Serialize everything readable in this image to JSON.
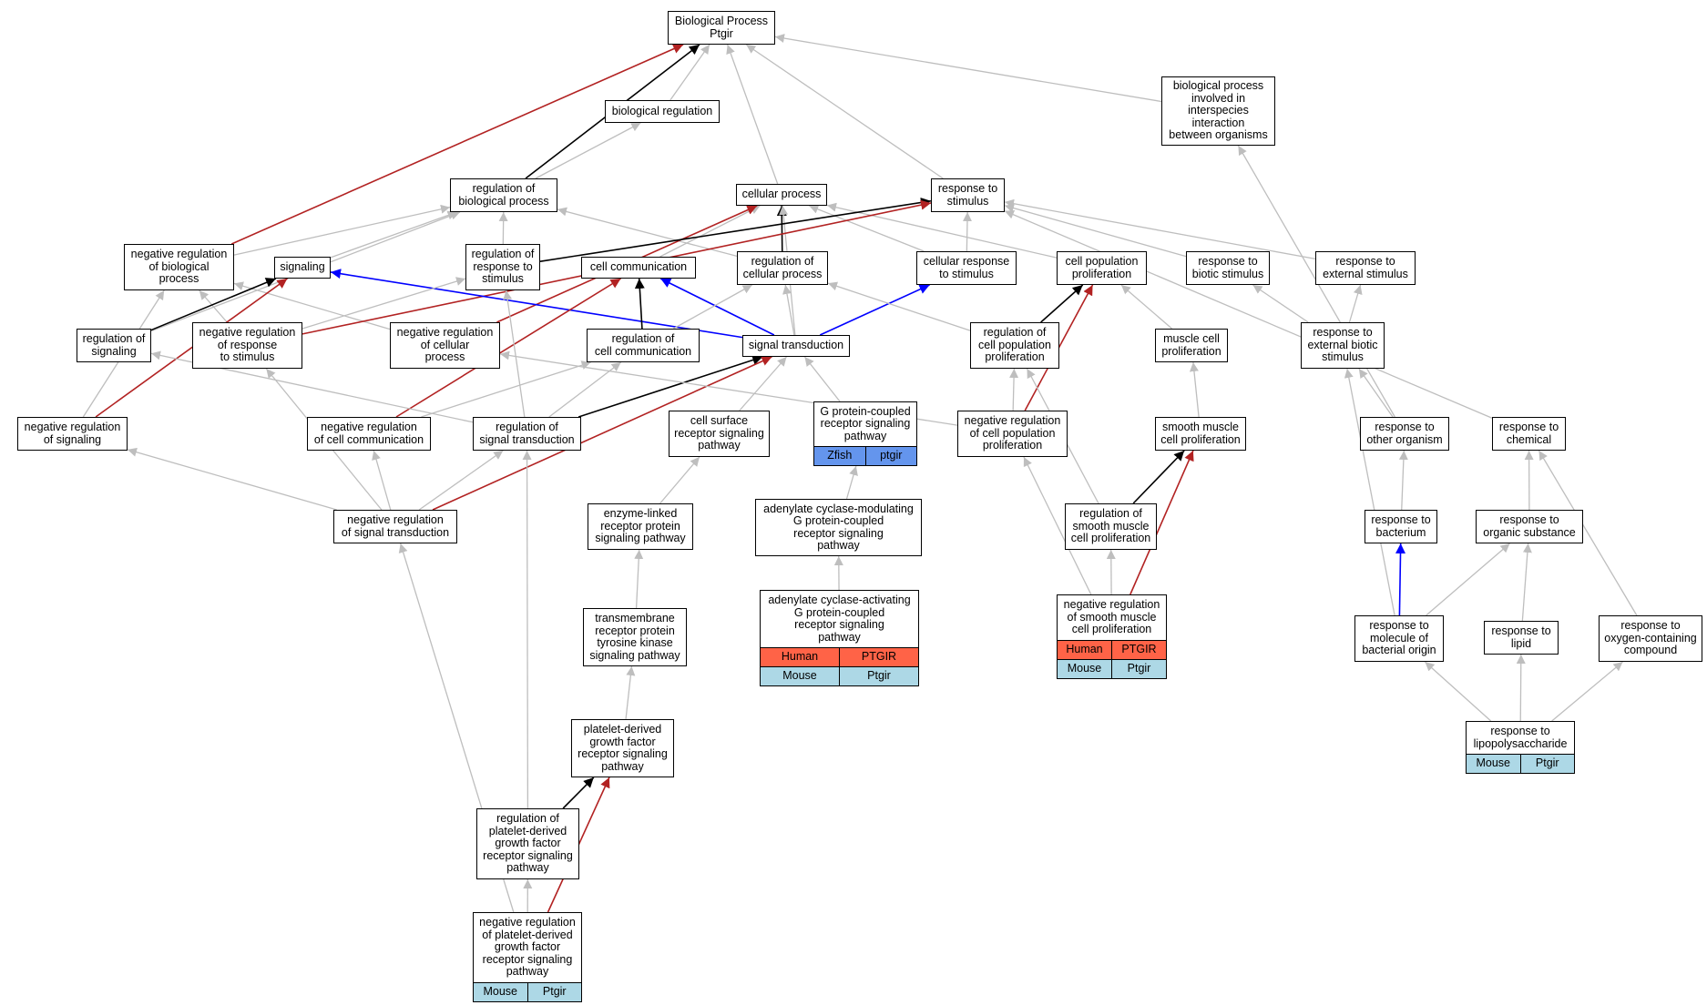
{
  "nodes": {
    "bp": {
      "label": "Biological Process\nPtgir"
    },
    "biolreg": {
      "label": "biological regulation"
    },
    "interspecies": {
      "label": "biological process\ninvolved in\ninterspecies\ninteraction\nbetween organisms"
    },
    "regbp": {
      "label": "regulation of\nbiological process"
    },
    "cellproc": {
      "label": "cellular process"
    },
    "respstim": {
      "label": "response to\nstimulus"
    },
    "negregbp": {
      "label": "negative regulation\nof biological\nprocess"
    },
    "signaling": {
      "label": "signaling"
    },
    "regrespstim": {
      "label": "regulation of\nresponse to\nstimulus"
    },
    "cellcomm": {
      "label": "cell communication"
    },
    "regcellproc": {
      "label": "regulation of\ncellular process"
    },
    "cellresp": {
      "label": "cellular response\nto stimulus"
    },
    "cellpop": {
      "label": "cell population\nproliferation"
    },
    "respbiotic": {
      "label": "response to\nbiotic stimulus"
    },
    "respext": {
      "label": "response to\nexternal stimulus"
    },
    "regsig": {
      "label": "regulation of\nsignaling"
    },
    "negregresp": {
      "label": "negative regulation\nof response\nto stimulus"
    },
    "negregcp": {
      "label": "negative regulation\nof cellular\nprocess"
    },
    "regcellcomm": {
      "label": "regulation of\ncell communication"
    },
    "sigtrans": {
      "label": "signal transduction"
    },
    "regcellpop": {
      "label": "regulation of\ncell population\nproliferation"
    },
    "musclecell": {
      "label": "muscle cell\nproliferation"
    },
    "respextbio": {
      "label": "response to\nexternal biotic\nstimulus"
    },
    "negregsig": {
      "label": "negative regulation\nof signaling"
    },
    "negregcc": {
      "label": "negative regulation\nof cell communication"
    },
    "regst": {
      "label": "regulation of\nsignal transduction"
    },
    "cellsurf": {
      "label": "cell surface\nreceptor signaling\npathway"
    },
    "gpcr": {
      "label": "G protein-coupled\nreceptor signaling\npathway",
      "rows": [
        {
          "bg": "#6495ed",
          "cells": [
            "Zfish",
            "ptgir"
          ]
        }
      ]
    },
    "negregcpp": {
      "label": "negative regulation\nof cell population\nproliferation"
    },
    "smcp": {
      "label": "smooth muscle\ncell proliferation"
    },
    "respother": {
      "label": "response to\nother organism"
    },
    "respchem": {
      "label": "response to\nchemical"
    },
    "negregst": {
      "label": "negative regulation\nof signal transduction"
    },
    "enzyme": {
      "label": "enzyme-linked\nreceptor protein\nsignaling pathway"
    },
    "acmod": {
      "label": "adenylate cyclase-modulating\nG protein-coupled\nreceptor signaling\npathway"
    },
    "regsmcp": {
      "label": "regulation of\nsmooth muscle\ncell proliferation"
    },
    "respbact": {
      "label": "response to\nbacterium"
    },
    "resporg": {
      "label": "response to\norganic substance"
    },
    "tmrtk": {
      "label": "transmembrane\nreceptor protein\ntyrosine kinase\nsignaling pathway"
    },
    "acact": {
      "label": "adenylate cyclase-activating\nG protein-coupled\nreceptor signaling\npathway",
      "rows": [
        {
          "bg": "#ff6347",
          "cells": [
            "Human",
            "PTGIR"
          ]
        },
        {
          "bg": "#add8e6",
          "cells": [
            "Mouse",
            "Ptgir"
          ]
        }
      ]
    },
    "negregsmcp": {
      "label": "negative regulation\nof smooth muscle\ncell proliferation",
      "rows": [
        {
          "bg": "#ff6347",
          "cells": [
            "Human",
            "PTGIR"
          ]
        },
        {
          "bg": "#add8e6",
          "cells": [
            "Mouse",
            "Ptgir"
          ]
        }
      ]
    },
    "respmbo": {
      "label": "response to\nmolecule of\nbacterial origin"
    },
    "resplipid": {
      "label": "response to\nlipid"
    },
    "respoxy": {
      "label": "response to\noxygen-containing\ncompound"
    },
    "pdgf": {
      "label": "platelet-derived\ngrowth factor\nreceptor signaling\npathway"
    },
    "lps": {
      "label": "response to\nlipopolysaccharide",
      "rows": [
        {
          "bg": "#add8e6",
          "cells": [
            "Mouse",
            "Ptgir"
          ]
        }
      ]
    },
    "regpdgf": {
      "label": "regulation of\nplatelet-derived\ngrowth factor\nreceptor signaling\npathway"
    },
    "negregpdgf": {
      "label": "negative regulation\nof platelet-derived\ngrowth factor\nreceptor signaling\npathway",
      "rows": [
        {
          "bg": "#add8e6",
          "cells": [
            "Mouse",
            "Ptgir"
          ]
        }
      ]
    }
  },
  "edge_colors": {
    "is_a": "#bebebe",
    "regulates": "#000000",
    "negatively_regulates": "#b22222",
    "positively_regulates": "#0000ff"
  },
  "edges": [
    [
      "biolreg",
      "bp",
      "is_a"
    ],
    [
      "regbp",
      "biolreg",
      "is_a"
    ],
    [
      "regbp",
      "bp",
      "regulates"
    ],
    [
      "negregbp",
      "bp",
      "negatively_regulates"
    ],
    [
      "cellproc",
      "bp",
      "is_a"
    ],
    [
      "respstim",
      "bp",
      "is_a"
    ],
    [
      "interspecies",
      "bp",
      "is_a"
    ],
    [
      "negregbp",
      "regbp",
      "is_a"
    ],
    [
      "signaling",
      "regbp",
      "is_a"
    ],
    [
      "regrespstim",
      "regbp",
      "is_a"
    ],
    [
      "regcellproc",
      "regbp",
      "is_a"
    ],
    [
      "regsig",
      "regbp",
      "is_a"
    ],
    [
      "negregsig",
      "negregbp",
      "is_a"
    ],
    [
      "negregresp",
      "negregbp",
      "is_a"
    ],
    [
      "negregcp",
      "negregbp",
      "is_a"
    ],
    [
      "cellcomm",
      "cellproc",
      "is_a"
    ],
    [
      "regcellproc",
      "cellproc",
      "regulates"
    ],
    [
      "cellresp",
      "cellproc",
      "is_a"
    ],
    [
      "sigtrans",
      "cellproc",
      "is_a"
    ],
    [
      "cellpop",
      "cellproc",
      "is_a"
    ],
    [
      "negregcp",
      "cellproc",
      "negatively_regulates"
    ],
    [
      "regrespstim",
      "respstim",
      "regulates"
    ],
    [
      "negregresp",
      "respstim",
      "negatively_regulates"
    ],
    [
      "cellresp",
      "respstim",
      "is_a"
    ],
    [
      "respbiotic",
      "respstim",
      "is_a"
    ],
    [
      "respext",
      "respstim",
      "is_a"
    ],
    [
      "respchem",
      "respstim",
      "is_a"
    ],
    [
      "regsig",
      "signaling",
      "regulates"
    ],
    [
      "negregsig",
      "signaling",
      "negatively_regulates"
    ],
    [
      "sigtrans",
      "signaling",
      "positively_regulates"
    ],
    [
      "regcellcomm",
      "cellcomm",
      "regulates"
    ],
    [
      "negregcc",
      "cellcomm",
      "negatively_regulates"
    ],
    [
      "sigtrans",
      "cellcomm",
      "positively_regulates"
    ],
    [
      "sigtrans",
      "cellresp",
      "positively_regulates"
    ],
    [
      "regcellcomm",
      "regcellproc",
      "is_a"
    ],
    [
      "regcellpop",
      "regcellproc",
      "is_a"
    ],
    [
      "sigtrans",
      "regcellproc",
      "is_a"
    ],
    [
      "negregresp",
      "regrespstim",
      "is_a"
    ],
    [
      "regst",
      "regrespstim",
      "is_a"
    ],
    [
      "regcellpop",
      "cellpop",
      "regulates"
    ],
    [
      "negregcpp",
      "cellpop",
      "negatively_regulates"
    ],
    [
      "musclecell",
      "cellpop",
      "is_a"
    ],
    [
      "respextbio",
      "respbiotic",
      "is_a"
    ],
    [
      "respextbio",
      "respext",
      "is_a"
    ],
    [
      "regst",
      "regsig",
      "is_a"
    ],
    [
      "negregcc",
      "regcellcomm",
      "is_a"
    ],
    [
      "regst",
      "regcellcomm",
      "is_a"
    ],
    [
      "regst",
      "sigtrans",
      "regulates"
    ],
    [
      "negregst",
      "sigtrans",
      "negatively_regulates"
    ],
    [
      "cellsurf",
      "sigtrans",
      "is_a"
    ],
    [
      "gpcr",
      "sigtrans",
      "is_a"
    ],
    [
      "negregcpp",
      "regcellpop",
      "is_a"
    ],
    [
      "negregcpp",
      "negregcp",
      "is_a"
    ],
    [
      "smcp",
      "musclecell",
      "is_a"
    ],
    [
      "regsmcp",
      "regcellpop",
      "is_a"
    ],
    [
      "respother",
      "respextbio",
      "is_a"
    ],
    [
      "respother",
      "interspecies",
      "is_a"
    ],
    [
      "respmbo",
      "respextbio",
      "is_a"
    ],
    [
      "negregst",
      "negregsig",
      "is_a"
    ],
    [
      "negregst",
      "negregcc",
      "is_a"
    ],
    [
      "negregst",
      "regst",
      "is_a"
    ],
    [
      "negregst",
      "negregresp",
      "is_a"
    ],
    [
      "enzyme",
      "cellsurf",
      "is_a"
    ],
    [
      "acmod",
      "gpcr",
      "is_a"
    ],
    [
      "regsmcp",
      "smcp",
      "regulates"
    ],
    [
      "negregsmcp",
      "smcp",
      "negatively_regulates"
    ],
    [
      "negregsmcp",
      "regsmcp",
      "is_a"
    ],
    [
      "negregsmcp",
      "negregcpp",
      "is_a"
    ],
    [
      "respbact",
      "respother",
      "is_a"
    ],
    [
      "resporg",
      "respchem",
      "is_a"
    ],
    [
      "respoxy",
      "respchem",
      "is_a"
    ],
    [
      "tmrtk",
      "enzyme",
      "is_a"
    ],
    [
      "acact",
      "acmod",
      "is_a"
    ],
    [
      "respmbo",
      "respbact",
      "positively_regulates"
    ],
    [
      "respmbo",
      "resporg",
      "is_a"
    ],
    [
      "resplipid",
      "resporg",
      "is_a"
    ],
    [
      "pdgf",
      "tmrtk",
      "is_a"
    ],
    [
      "lps",
      "respmbo",
      "is_a"
    ],
    [
      "lps",
      "resplipid",
      "is_a"
    ],
    [
      "lps",
      "respoxy",
      "is_a"
    ],
    [
      "regpdgf",
      "pdgf",
      "regulates"
    ],
    [
      "regpdgf",
      "regst",
      "is_a"
    ],
    [
      "negregpdgf",
      "regpdgf",
      "is_a"
    ],
    [
      "negregpdgf",
      "pdgf",
      "negatively_regulates"
    ],
    [
      "negregpdgf",
      "negregst",
      "is_a"
    ]
  ]
}
